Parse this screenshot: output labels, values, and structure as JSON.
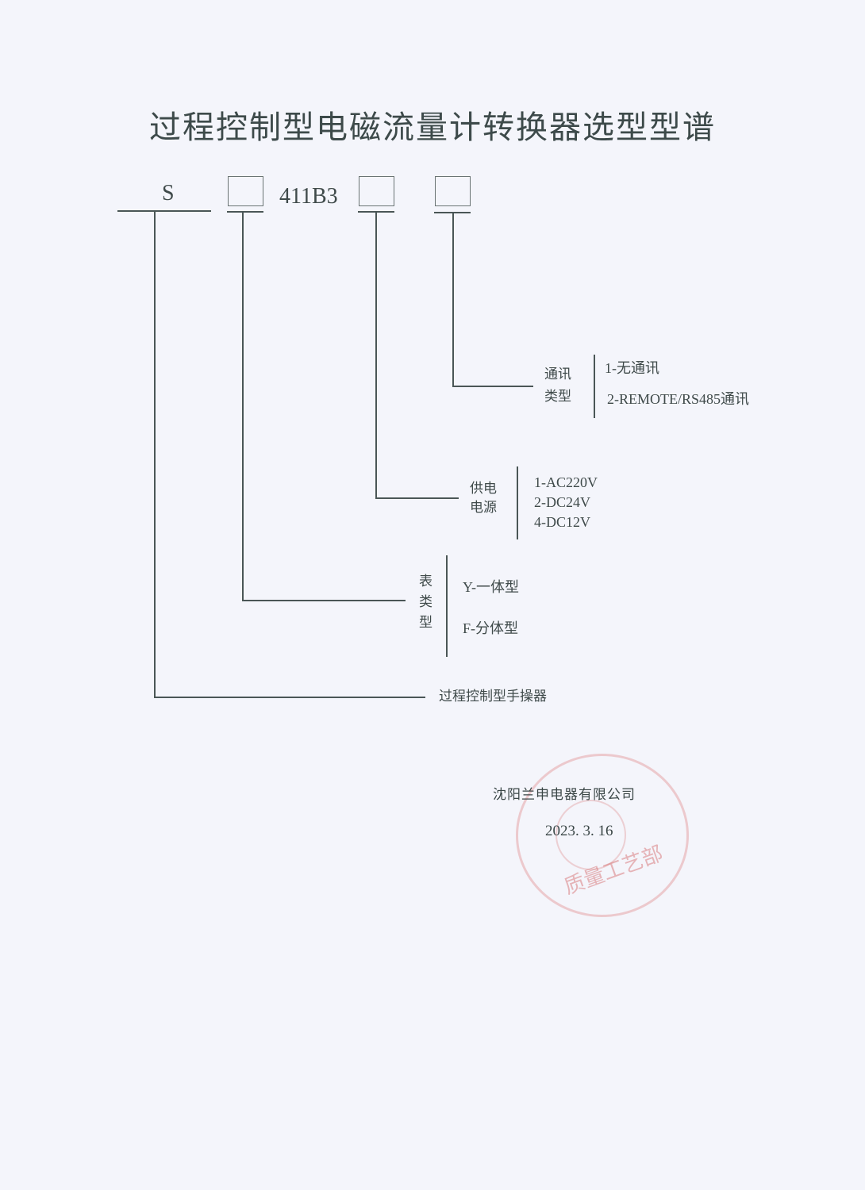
{
  "document": {
    "title": "过程控制型电磁流量计转换器选型型谱",
    "model_code": {
      "prefix": "S",
      "middle": "411B3",
      "slots": [
        "表类型",
        "供电电源",
        "通讯类型"
      ]
    },
    "sections": {
      "communication": {
        "label_line1": "通讯",
        "label_line2": "类型",
        "options": [
          "1-无通讯",
          "2-REMOTE/RS485通讯"
        ]
      },
      "power_supply": {
        "label_line1": "供电",
        "label_line2": "电源",
        "options": [
          "1-AC220V",
          "2-DC24V",
          "4-DC12V"
        ]
      },
      "meter_type": {
        "label_chars": [
          "表",
          "类",
          "型"
        ],
        "options": [
          "Y-一体型",
          "F-分体型"
        ]
      },
      "prefix_meaning": {
        "label": "过程控制型手操器"
      }
    },
    "signature": {
      "company": "沈阳兰申电器有限公司",
      "date": "2023. 3. 16",
      "stamp_text": "质量工艺部",
      "stamp_color": "#d86a6a"
    }
  }
}
